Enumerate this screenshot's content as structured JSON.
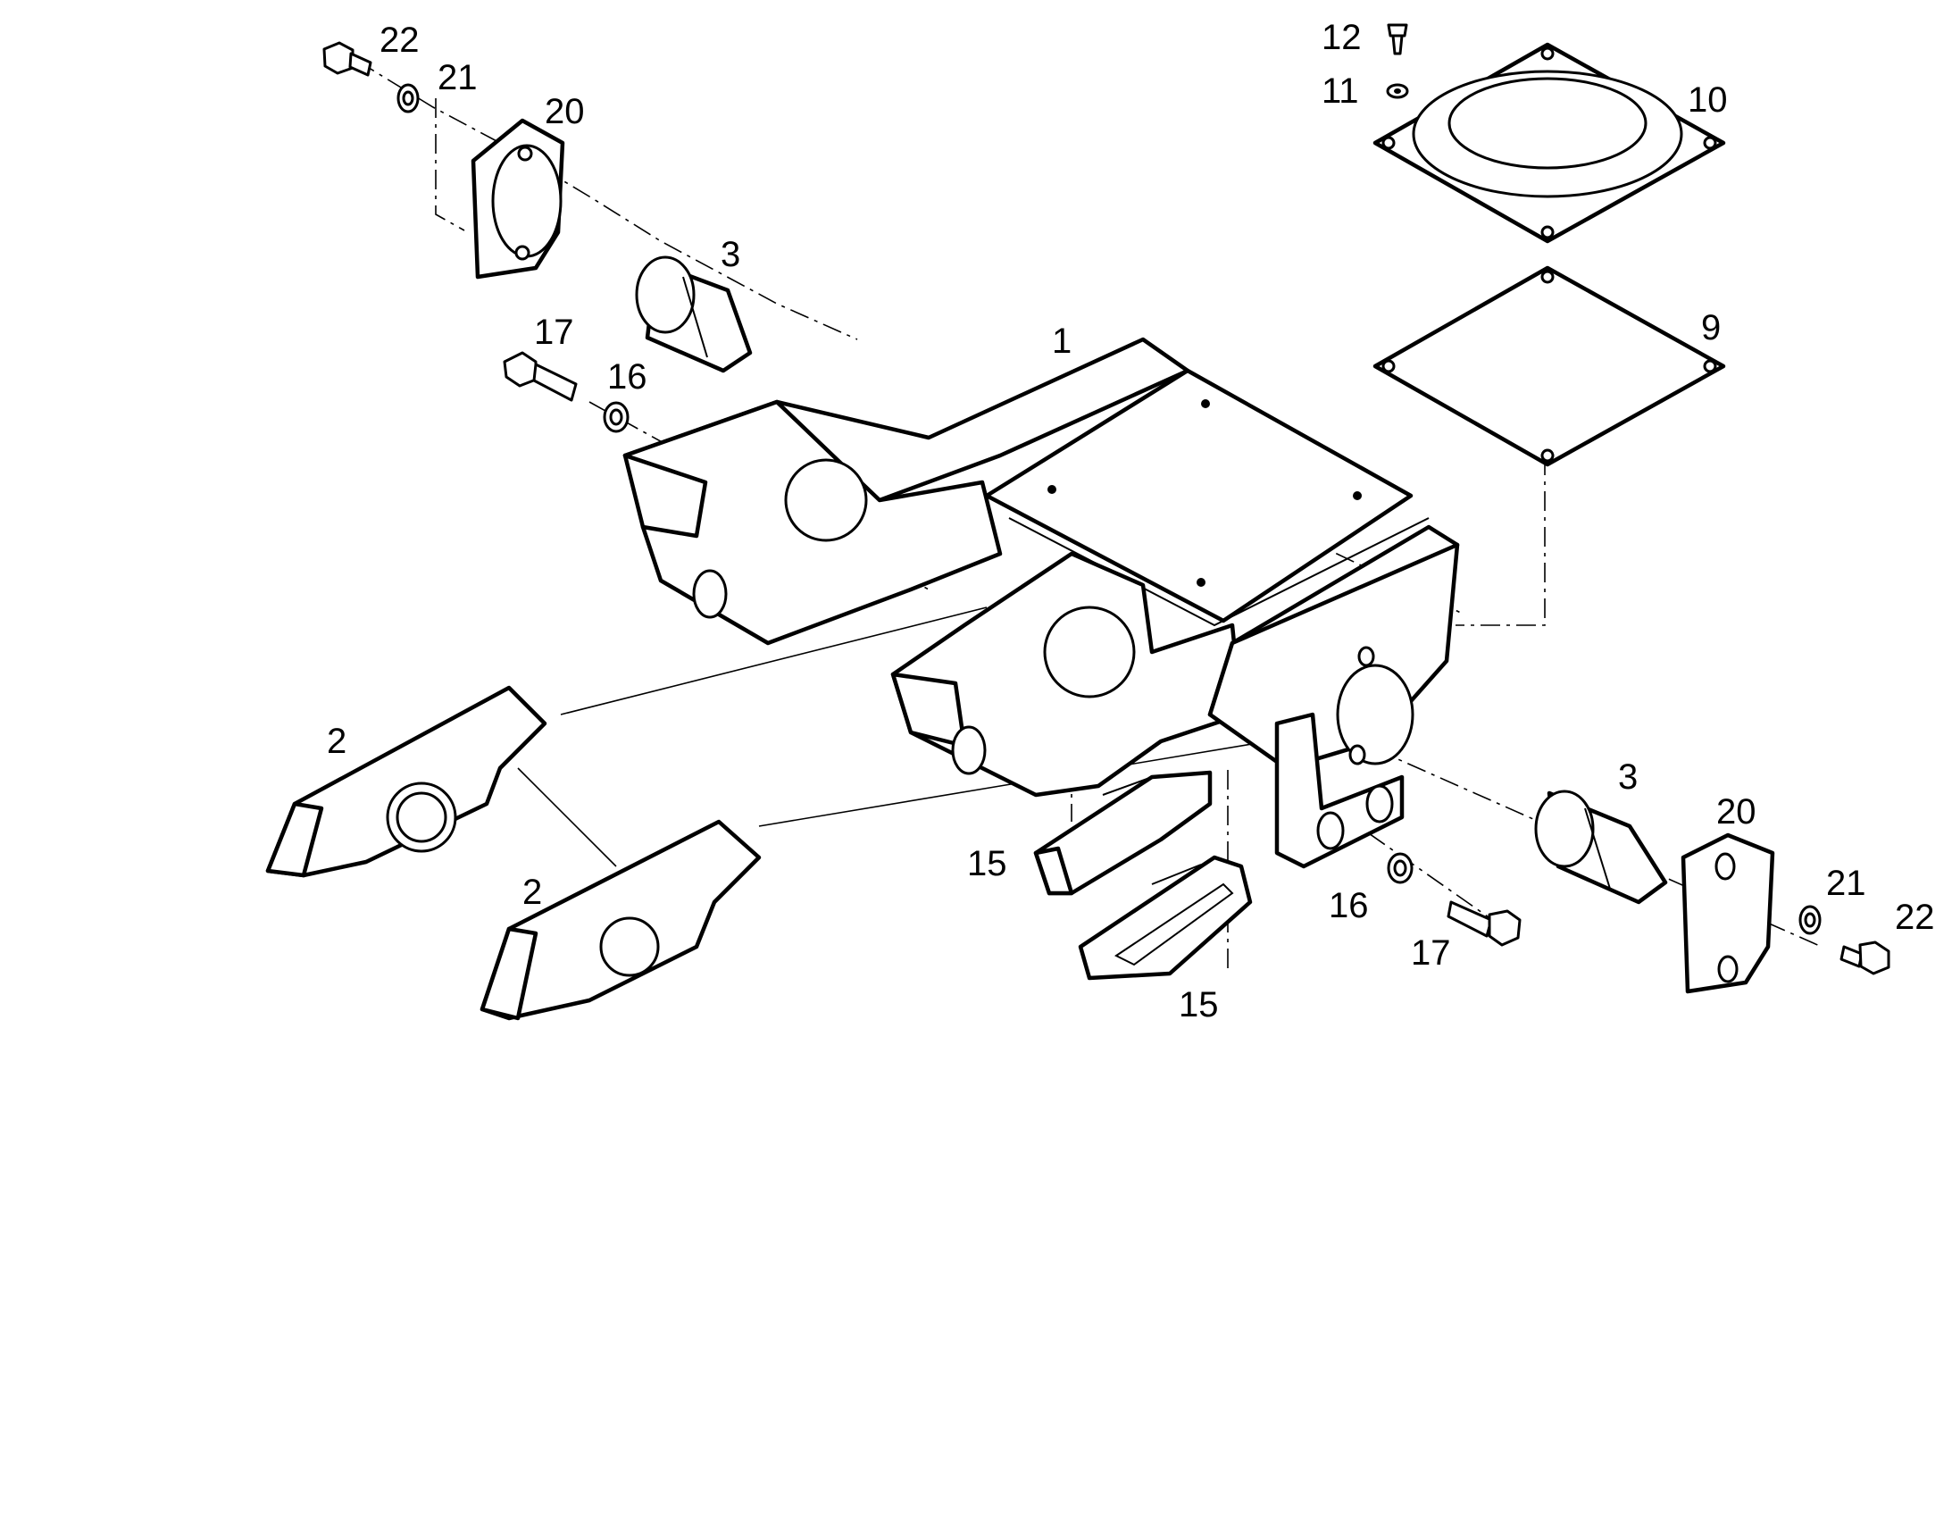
{
  "callouts": {
    "c1": "1",
    "c2a": "2",
    "c2b": "2",
    "c3a": "3",
    "c3b": "3",
    "c9": "9",
    "c10": "10",
    "c11": "11",
    "c12": "12",
    "c15a": "15",
    "c15b": "15",
    "c16a": "16",
    "c16b": "16",
    "c17a": "17",
    "c17b": "17",
    "c20a": "20",
    "c20b": "20",
    "c21a": "21",
    "c21b": "21",
    "c22a": "22",
    "c22b": "22"
  }
}
